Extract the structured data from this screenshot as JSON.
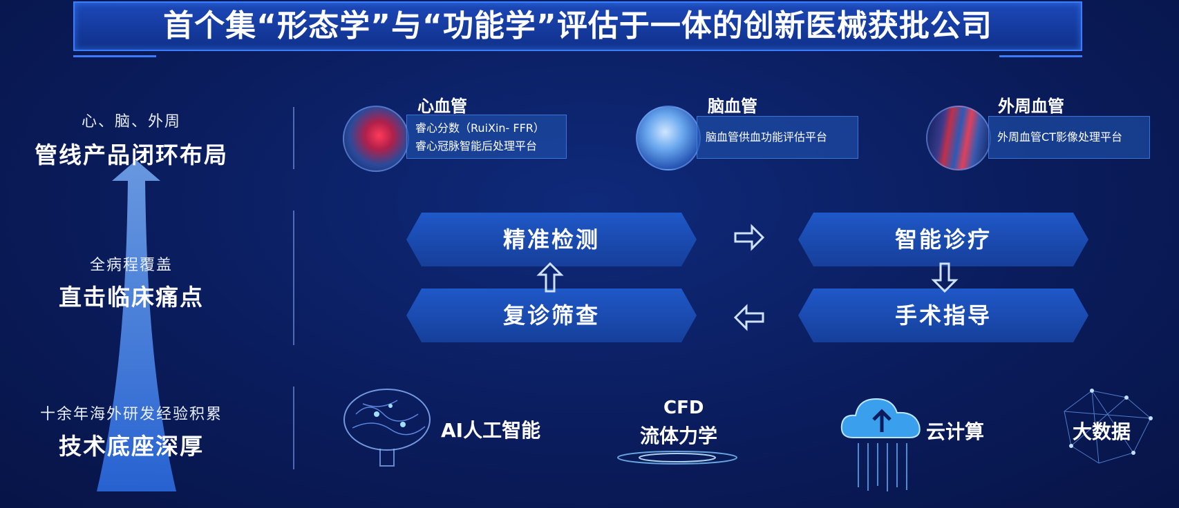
{
  "title": "首个集“形态学”与“功能学”评估于一体的创新医械获批公司",
  "left": [
    {
      "sub": "心、脑、外周",
      "main": "管线产品闭环布局"
    },
    {
      "sub": "全病程覆盖",
      "main": "直击临床痛点"
    },
    {
      "sub": "十余年海外研发经验积累",
      "main": "技术底座深厚"
    }
  ],
  "products": [
    {
      "title": "心血管",
      "lines": [
        "睿心分数（RuiXin- FFR）",
        "睿心冠脉智能后处理平台"
      ]
    },
    {
      "title": "脑血管",
      "lines": [
        "脑血管供血功能评估平台"
      ]
    },
    {
      "title": "外周血管",
      "lines": [
        "外周血管CT影像处理平台"
      ]
    }
  ],
  "process": {
    "precise_detection": "精准检测",
    "smart_diagnosis": "智能诊疗",
    "surgery_guidance": "手术指导",
    "follow_up_screening": "复诊筛查"
  },
  "tech": {
    "ai": "AI人工智能",
    "cfd_line1": "CFD",
    "cfd_line2": "流体力学",
    "cloud": "云计算",
    "big_data": "大数据"
  },
  "colors": {
    "background": "#0a1c5c",
    "banner": "#1c48b8",
    "banner_border": "#3d7bff",
    "process_box": "#1f58c8",
    "accent_glow": "#7ec8ff"
  },
  "icons": {
    "heart": "heart-icon",
    "brain": "brain-head-icon",
    "vessels": "vessels-icon",
    "ai_brain": "ai-brain-icon",
    "cfd": "fluid-ring-icon",
    "cloud": "cloud-upload-icon",
    "network": "network-icon",
    "arrow": "arrow-icon"
  }
}
